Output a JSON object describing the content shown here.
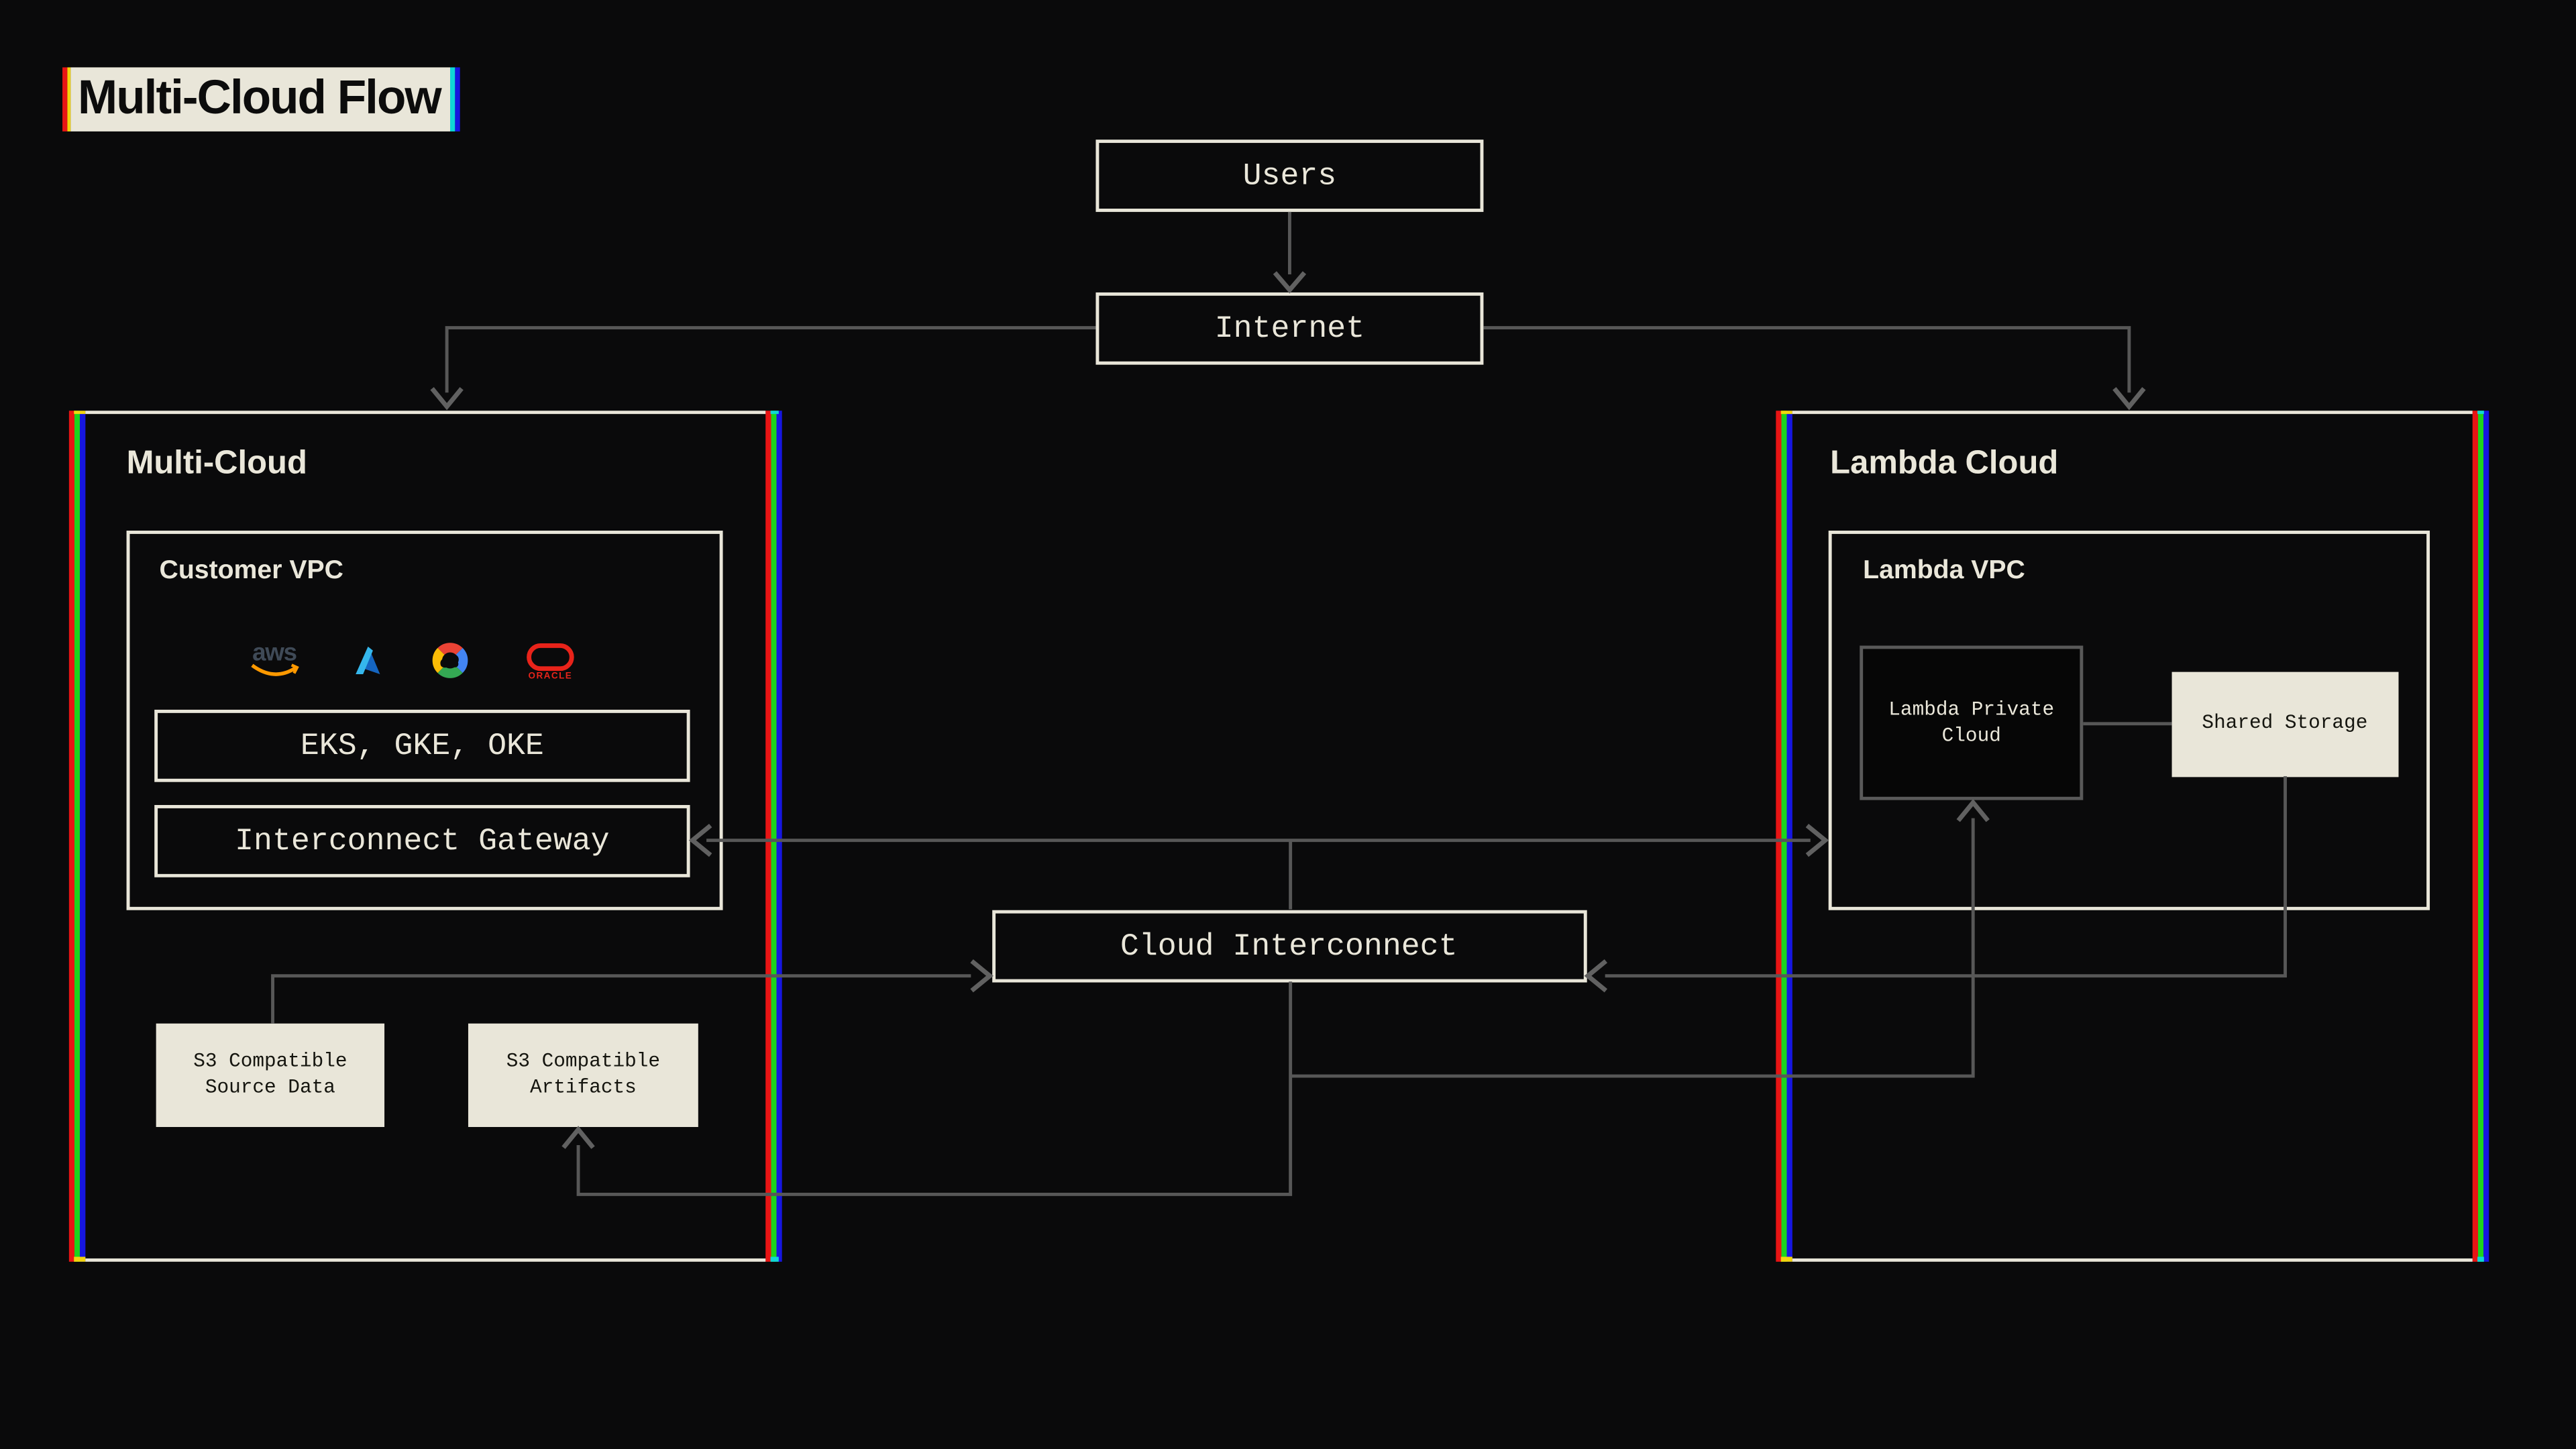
{
  "canvas": {
    "background": "#0a0a0b"
  },
  "title": "Multi-Cloud Flow",
  "flow_nodes": {
    "users": "Users",
    "internet": "Internet",
    "cloud_interconnect": "Cloud Interconnect"
  },
  "multi_cloud": {
    "label": "Multi-Cloud",
    "customer_vpc": {
      "label": "Customer VPC",
      "providers": [
        {
          "name": "aws",
          "logo_text": "aws"
        },
        {
          "name": "azure"
        },
        {
          "name": "google-cloud"
        },
        {
          "name": "oracle",
          "logo_text": "ORACLE"
        }
      ],
      "kubernetes_services": "EKS, GKE, OKE",
      "gateway": "Interconnect Gateway"
    },
    "s3_source": {
      "line1": "S3 Compatible",
      "line2": "Source Data"
    },
    "s3_artifacts": {
      "line1": "S3 Compatible",
      "line2": "Artifacts"
    }
  },
  "lambda_cloud": {
    "label": "Lambda Cloud",
    "lambda_vpc": {
      "label": "Lambda VPC",
      "private_cloud": {
        "line1": "Lambda Private",
        "line2": "Cloud"
      },
      "shared_storage": "Shared Storage"
    }
  },
  "colors": {
    "background": "#0a0a0b",
    "cream": "#e9e6d9",
    "text_cream": "#eae7da",
    "text_black": "#0c0c0c",
    "line_gray": "#575757",
    "stripe_red": "#e81414",
    "stripe_green": "#1cd41c",
    "stripe_blue": "#1616e0",
    "corner_yellow": "#f2d40e",
    "corner_cyan": "#0fd6d6",
    "aws_orange": "#ff9900",
    "aws_slate": "#3f4a57",
    "azure_light_blue": "#35b7ec",
    "azure_dark_blue": "#1565c0",
    "google_red": "#ea4335",
    "google_yellow": "#fbbc05",
    "google_green": "#34a853",
    "google_blue": "#4285f4",
    "oracle_red": "#e8231a",
    "private_cloud_border": "#595959"
  }
}
